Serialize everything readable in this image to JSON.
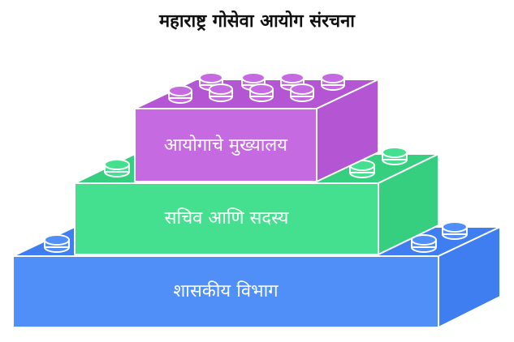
{
  "title": "महाराष्ट्र गोसेवा आयोग संरचना",
  "levels": [
    {
      "label": "आयोगाचे मुख्यालय",
      "color": "#c56ae0",
      "side_color": "#b455d4"
    },
    {
      "label": "सचिव आणि सदस्य",
      "color": "#45e08f",
      "side_color": "#36cf7f"
    },
    {
      "label": "शासकीय विभाग",
      "color": "#4f8ff7",
      "side_color": "#3f7ef0"
    }
  ],
  "outline_color": "#ffffff"
}
